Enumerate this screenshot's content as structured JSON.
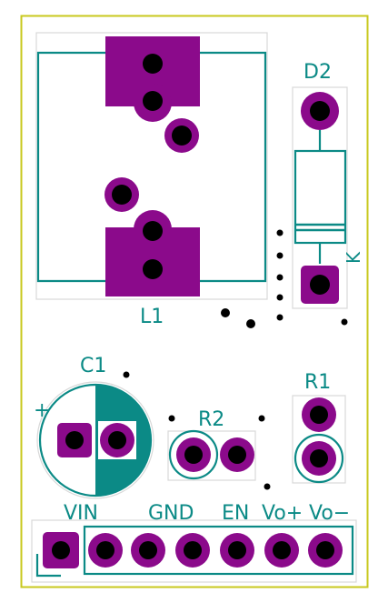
{
  "board": {
    "labels": {
      "l1": "L1",
      "d2": "D2",
      "k": "K",
      "c1": "C1",
      "plus": "+",
      "r1": "R1",
      "r2": "R2",
      "vin": "VIN",
      "gnd": "GND",
      "en": "EN",
      "vo_plus": "Vo+",
      "vo_minus": "Vo−"
    },
    "colors": {
      "outline": "#c8c81e",
      "silk": "#0b8a86",
      "courtyard": "#d8d8d8",
      "pad": "#8b0a8b",
      "hole": "#000000",
      "background": "#ffffff"
    }
  }
}
